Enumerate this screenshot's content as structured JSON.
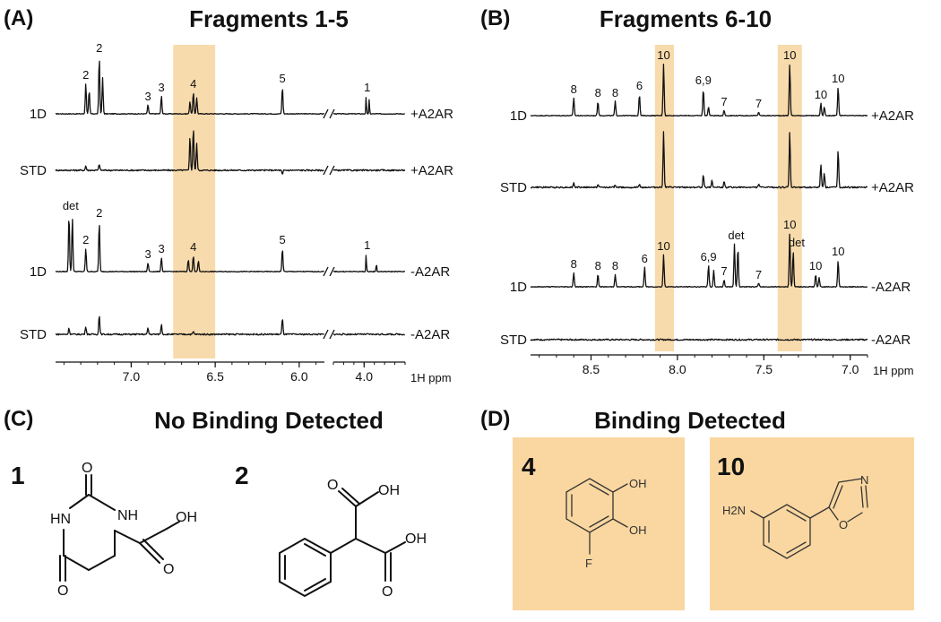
{
  "panels": {
    "A": {
      "label": "(A)",
      "title": "Fragments 1-5"
    },
    "B": {
      "label": "(B)",
      "title": "Fragments 6-10"
    },
    "C": {
      "label": "(C)",
      "title": "No Binding Detected"
    },
    "D": {
      "label": "(D)",
      "title": "Binding Detected"
    }
  },
  "chart_data": [
    {
      "type": "line",
      "panel": "A",
      "title": "Fragments 1-5",
      "xlabel": "1H ppm",
      "x_reversed": true,
      "axis_break": true,
      "segments": [
        {
          "xlim": [
            7.45,
            5.85
          ],
          "ticks": [
            "7.0",
            "6.5",
            "6.0"
          ]
        },
        {
          "xlim": [
            4.3,
            3.6
          ],
          "ticks": [
            "4.0"
          ]
        }
      ],
      "highlight_ppm": [
        6.75,
        6.5
      ],
      "series": [
        {
          "name": "+A2AR",
          "left_label": "1D",
          "peaks": [
            {
              "ppm": 7.27,
              "h": 34
            },
            {
              "ppm": 7.25,
              "h": 26
            },
            {
              "ppm": 7.19,
              "h": 64
            },
            {
              "ppm": 7.17,
              "h": 40
            },
            {
              "ppm": 6.9,
              "h": 10
            },
            {
              "ppm": 6.82,
              "h": 20
            },
            {
              "ppm": 6.65,
              "h": 14
            },
            {
              "ppm": 6.63,
              "h": 24
            },
            {
              "ppm": 6.61,
              "h": 18
            },
            {
              "ppm": 6.1,
              "h": 30
            },
            {
              "ppm": 3.98,
              "h": 20
            },
            {
              "ppm": 3.95,
              "h": 16
            }
          ],
          "labels": [
            {
              "text": "2",
              "ppm": 7.27
            },
            {
              "text": "2",
              "ppm": 7.19
            },
            {
              "text": "3",
              "ppm": 6.9
            },
            {
              "text": "3",
              "ppm": 6.82
            },
            {
              "text": "4",
              "ppm": 6.63
            },
            {
              "text": "5",
              "ppm": 6.1
            },
            {
              "text": "1",
              "ppm": 3.97
            }
          ]
        },
        {
          "name": "+A2AR",
          "left_label": "STD",
          "peaks": [
            {
              "ppm": 7.27,
              "h": 5
            },
            {
              "ppm": 7.19,
              "h": 7
            },
            {
              "ppm": 6.65,
              "h": 38
            },
            {
              "ppm": 6.63,
              "h": 48
            },
            {
              "ppm": 6.61,
              "h": 30
            },
            {
              "ppm": 6.1,
              "h": -5
            }
          ],
          "labels": []
        },
        {
          "name": "-A2AR",
          "left_label": "1D",
          "peaks": [
            {
              "ppm": 7.37,
              "h": 64
            },
            {
              "ppm": 7.35,
              "h": 60
            },
            {
              "ppm": 7.27,
              "h": 26
            },
            {
              "ppm": 7.19,
              "h": 56
            },
            {
              "ppm": 6.9,
              "h": 10
            },
            {
              "ppm": 6.82,
              "h": 16
            },
            {
              "ppm": 6.66,
              "h": 14
            },
            {
              "ppm": 6.63,
              "h": 18
            },
            {
              "ppm": 6.6,
              "h": 12
            },
            {
              "ppm": 6.1,
              "h": 26
            },
            {
              "ppm": 3.98,
              "h": 20
            },
            {
              "ppm": 3.88,
              "h": 10
            }
          ],
          "labels": [
            {
              "text": "det",
              "ppm": 7.36
            },
            {
              "text": "2",
              "ppm": 7.27
            },
            {
              "text": "2",
              "ppm": 7.19
            },
            {
              "text": "3",
              "ppm": 6.9
            },
            {
              "text": "3",
              "ppm": 6.82
            },
            {
              "text": "4",
              "ppm": 6.63
            },
            {
              "text": "5",
              "ppm": 6.1
            },
            {
              "text": "1",
              "ppm": 3.97
            }
          ]
        },
        {
          "name": "-A2AR",
          "left_label": "STD",
          "peaks": [
            {
              "ppm": 7.37,
              "h": 7
            },
            {
              "ppm": 7.27,
              "h": 9
            },
            {
              "ppm": 7.19,
              "h": 22
            },
            {
              "ppm": 6.9,
              "h": 7
            },
            {
              "ppm": 6.82,
              "h": 11
            },
            {
              "ppm": 6.63,
              "h": 3
            },
            {
              "ppm": 6.1,
              "h": 18
            }
          ],
          "labels": []
        }
      ]
    },
    {
      "type": "line",
      "panel": "B",
      "title": "Fragments 6-10",
      "xlabel": "1H ppm",
      "x_reversed": true,
      "segments": [
        {
          "xlim": [
            8.85,
            6.9
          ],
          "ticks": [
            "8.5",
            "8.0",
            "7.5",
            "7.0"
          ]
        }
      ],
      "highlight_ppm": [
        [
          8.13,
          8.02
        ],
        [
          7.42,
          7.28
        ]
      ],
      "series": [
        {
          "name": "+A2AR",
          "left_label": "1D",
          "peaks": [
            {
              "ppm": 8.6,
              "h": 20
            },
            {
              "ppm": 8.46,
              "h": 16
            },
            {
              "ppm": 8.36,
              "h": 16
            },
            {
              "ppm": 8.22,
              "h": 24
            },
            {
              "ppm": 8.08,
              "h": 58
            },
            {
              "ppm": 7.85,
              "h": 30
            },
            {
              "ppm": 7.82,
              "h": 10
            },
            {
              "ppm": 7.73,
              "h": 6
            },
            {
              "ppm": 7.53,
              "h": 4
            },
            {
              "ppm": 7.35,
              "h": 58
            },
            {
              "ppm": 7.17,
              "h": 14
            },
            {
              "ppm": 7.15,
              "h": 10
            },
            {
              "ppm": 7.07,
              "h": 32
            }
          ],
          "labels": [
            {
              "text": "8",
              "ppm": 8.6
            },
            {
              "text": "8",
              "ppm": 8.46
            },
            {
              "text": "8",
              "ppm": 8.36
            },
            {
              "text": "6",
              "ppm": 8.22
            },
            {
              "text": "10",
              "ppm": 8.08
            },
            {
              "text": "6,9",
              "ppm": 7.85
            },
            {
              "text": "7",
              "ppm": 7.73
            },
            {
              "text": "7",
              "ppm": 7.53
            },
            {
              "text": "10",
              "ppm": 7.35
            },
            {
              "text": "10",
              "ppm": 7.17
            },
            {
              "text": "10",
              "ppm": 7.07
            }
          ]
        },
        {
          "name": "+A2AR",
          "left_label": "STD",
          "peaks": [
            {
              "ppm": 8.6,
              "h": 5
            },
            {
              "ppm": 8.46,
              "h": 3
            },
            {
              "ppm": 8.36,
              "h": 3
            },
            {
              "ppm": 8.22,
              "h": 3
            },
            {
              "ppm": 8.08,
              "h": 62
            },
            {
              "ppm": 7.85,
              "h": 14
            },
            {
              "ppm": 7.8,
              "h": 8
            },
            {
              "ppm": 7.73,
              "h": 6
            },
            {
              "ppm": 7.53,
              "h": 4
            },
            {
              "ppm": 7.35,
              "h": 62
            },
            {
              "ppm": 7.17,
              "h": 26
            },
            {
              "ppm": 7.15,
              "h": 16
            },
            {
              "ppm": 7.07,
              "h": 42
            }
          ],
          "labels": []
        },
        {
          "name": "-A2AR",
          "left_label": "1D",
          "peaks": [
            {
              "ppm": 8.6,
              "h": 16
            },
            {
              "ppm": 8.46,
              "h": 14
            },
            {
              "ppm": 8.36,
              "h": 14
            },
            {
              "ppm": 8.19,
              "h": 22
            },
            {
              "ppm": 8.08,
              "h": 36
            },
            {
              "ppm": 7.82,
              "h": 24
            },
            {
              "ppm": 7.79,
              "h": 18
            },
            {
              "ppm": 7.73,
              "h": 8
            },
            {
              "ppm": 7.67,
              "h": 48
            },
            {
              "ppm": 7.65,
              "h": 44
            },
            {
              "ppm": 7.53,
              "h": 4
            },
            {
              "ppm": 7.35,
              "h": 60
            },
            {
              "ppm": 7.33,
              "h": 40
            },
            {
              "ppm": 7.2,
              "h": 14
            },
            {
              "ppm": 7.18,
              "h": 10
            },
            {
              "ppm": 7.07,
              "h": 30
            }
          ],
          "labels": [
            {
              "text": "8",
              "ppm": 8.6
            },
            {
              "text": "8",
              "ppm": 8.46
            },
            {
              "text": "8",
              "ppm": 8.36
            },
            {
              "text": "6",
              "ppm": 8.19
            },
            {
              "text": "10",
              "ppm": 8.08
            },
            {
              "text": "6,9",
              "ppm": 7.82
            },
            {
              "text": "7",
              "ppm": 7.73
            },
            {
              "text": "det",
              "ppm": 7.66
            },
            {
              "text": "7",
              "ppm": 7.53
            },
            {
              "text": "10",
              "ppm": 7.35
            },
            {
              "text": "det",
              "ppm": 7.31
            },
            {
              "text": "10",
              "ppm": 7.2
            },
            {
              "text": "10",
              "ppm": 7.07
            }
          ]
        },
        {
          "name": "-A2AR",
          "left_label": "STD",
          "peaks": [],
          "labels": []
        }
      ]
    }
  ],
  "compounds": {
    "c1": {
      "number": "1",
      "atoms": {
        "o_top": "O",
        "nh1": "NH",
        "hn": "HN",
        "oh": "OH",
        "o_acid": "O",
        "o_bottom": "O"
      }
    },
    "c2": {
      "number": "2",
      "atoms": {
        "oh1": "OH",
        "o1": "O",
        "oh2": "OH",
        "o2": "O"
      }
    },
    "c4": {
      "number": "4",
      "atoms": {
        "oh1": "OH",
        "oh2": "OH",
        "f": "F"
      }
    },
    "c10": {
      "number": "10",
      "atoms": {
        "nh2": "H2N",
        "n": "N",
        "o": "O"
      }
    }
  }
}
